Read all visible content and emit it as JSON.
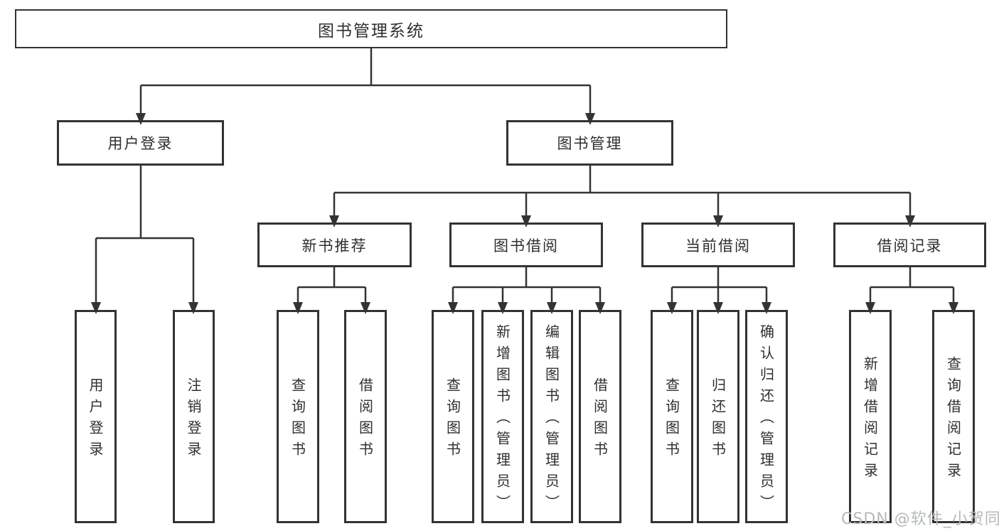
{
  "root": {
    "label": "图书管理系统"
  },
  "level1": [
    {
      "label": "用户登录"
    },
    {
      "label": "图书管理"
    }
  ],
  "level2": [
    {
      "label": "新书推荐"
    },
    {
      "label": "图书借阅"
    },
    {
      "label": "当前借阅"
    },
    {
      "label": "借阅记录"
    }
  ],
  "leaves": {
    "user_login": [
      "用户登录",
      "注销登录"
    ],
    "new_books": [
      "查询图书",
      "借阅图书"
    ],
    "book_borrow": [
      "查询图书",
      "新增图书（管理员）",
      "编辑图书（管理员）",
      "借阅图书"
    ],
    "current_borrow": [
      "查询图书",
      "归还图书",
      "确认归还（管理员）"
    ],
    "borrow_records": [
      "新增借阅记录",
      "查询借阅记录"
    ]
  },
  "watermark": "CSDN @软件_小贺同学",
  "colors": {
    "line": "#333333",
    "text": "#2f2f2f",
    "watermark": "#b5b9bc",
    "background": "#ffffff"
  }
}
